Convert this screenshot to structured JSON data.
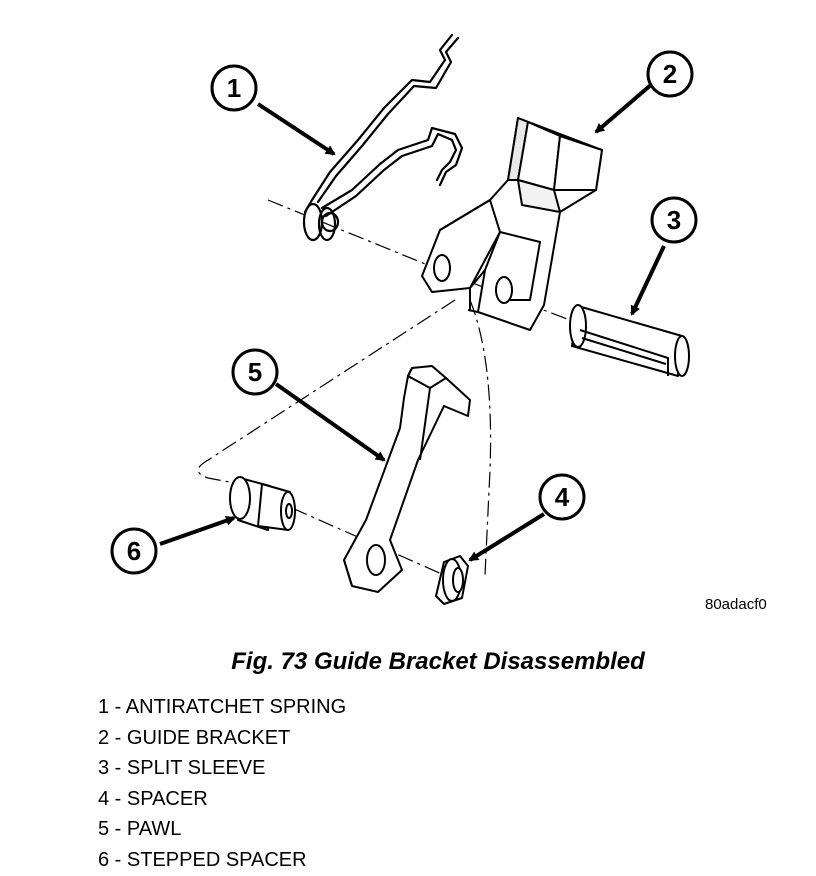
{
  "diagram": {
    "code": "80adacf0",
    "callouts": [
      "1",
      "2",
      "3",
      "4",
      "5",
      "6"
    ]
  },
  "caption": "Fig. 73 Guide Bracket Disassembled",
  "legend": [
    "1 - ANTIRATCHET SPRING",
    "2 - GUIDE BRACKET",
    "3 - SPLIT SLEEVE",
    "4 - SPACER",
    "5 - PAWL",
    "6 - STEPPED SPACER"
  ]
}
